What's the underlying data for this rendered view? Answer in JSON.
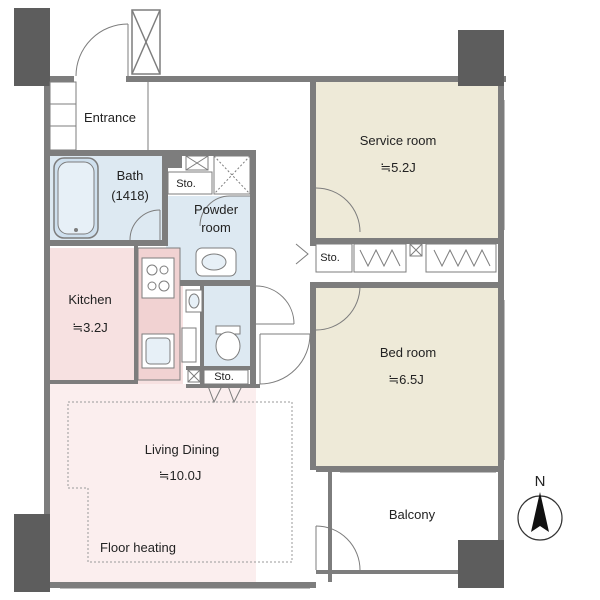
{
  "rooms": {
    "entrance": {
      "label": "Entrance"
    },
    "bath": {
      "label": "Bath",
      "size": "(1418)"
    },
    "bath_storage": {
      "label": "Sto."
    },
    "powder_room": {
      "label_line1": "Powder",
      "label_line2": "room"
    },
    "service_room": {
      "label": "Service room",
      "area": "≒5.2J"
    },
    "hall_storage": {
      "label": "Sto."
    },
    "kitchen": {
      "label": "Kitchen",
      "area": "≒3.2J"
    },
    "toilet_storage": {
      "label": "Sto."
    },
    "bed_room": {
      "label": "Bed room",
      "area": "≒6.5J"
    },
    "living_dining": {
      "label": "Living Dining",
      "area": "≒10.0J"
    },
    "floor_heating": {
      "label": "Floor heating"
    },
    "balcony": {
      "label": "Balcony"
    }
  },
  "compass": {
    "label": "N"
  },
  "colors": {
    "wall": "#7d7d7d",
    "pillar": "#5d5d5d",
    "service_room_fill": "#eeead8",
    "bed_room_fill": "#eeead8",
    "kitchen_fill": "#f7e1e1",
    "living_fill": "#fbeeee",
    "wet_area_fill": "#dde9f2",
    "balcony_fill": "#ffffff"
  }
}
